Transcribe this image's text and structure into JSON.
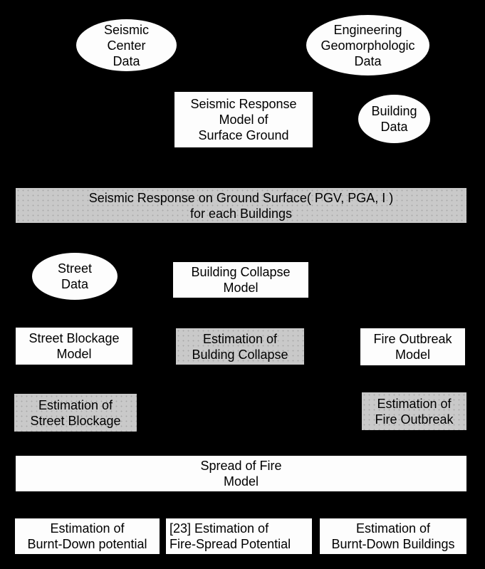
{
  "figure": {
    "background": "#000000",
    "node_fill_white": "#fdfdfd",
    "node_fill_gray": "#c9c9c9",
    "text_color": "#000000"
  },
  "nodes": {
    "seismic_center_data": {
      "label": "Seismic\nCenter\nData"
    },
    "engineering_geomorphologic_data": {
      "label": "Engineering\nGeomorphologic\nData"
    },
    "seismic_response_model": {
      "label": "Seismic Response\nModel of\nSurface Ground"
    },
    "building_data": {
      "label": "Building\nData"
    },
    "seismic_response_surface": {
      "label": "Seismic Response on Ground Surface( PGV, PGA, I )\nfor each Buildings"
    },
    "street_data": {
      "label": "Street\nData"
    },
    "building_collapse_model": {
      "label": "Building Collapse\nModel"
    },
    "street_blockage_model": {
      "label": "Street Blockage\nModel"
    },
    "estimation_building_collapse": {
      "label": "Estimation of\nBulding Collapse"
    },
    "fire_outbreak_model": {
      "label": "Fire Outbreak\nModel"
    },
    "estimation_street_blockage": {
      "label": "Estimation of\nStreet Blockage"
    },
    "estimation_fire_outbreak": {
      "label": "Estimation of\nFire Outbreak"
    },
    "spread_of_fire_model": {
      "label": "Spread of Fire\nModel"
    },
    "estimation_burnt_down_potential": {
      "label": "Estimation of\nBurnt-Down potential"
    },
    "estimation_fire_spread_potential": {
      "label": "[23] Estimation of\nFire-Spread Potential"
    },
    "estimation_burnt_down_buildings": {
      "label": "Estimation of\nBurnt-Down Buildings"
    }
  }
}
